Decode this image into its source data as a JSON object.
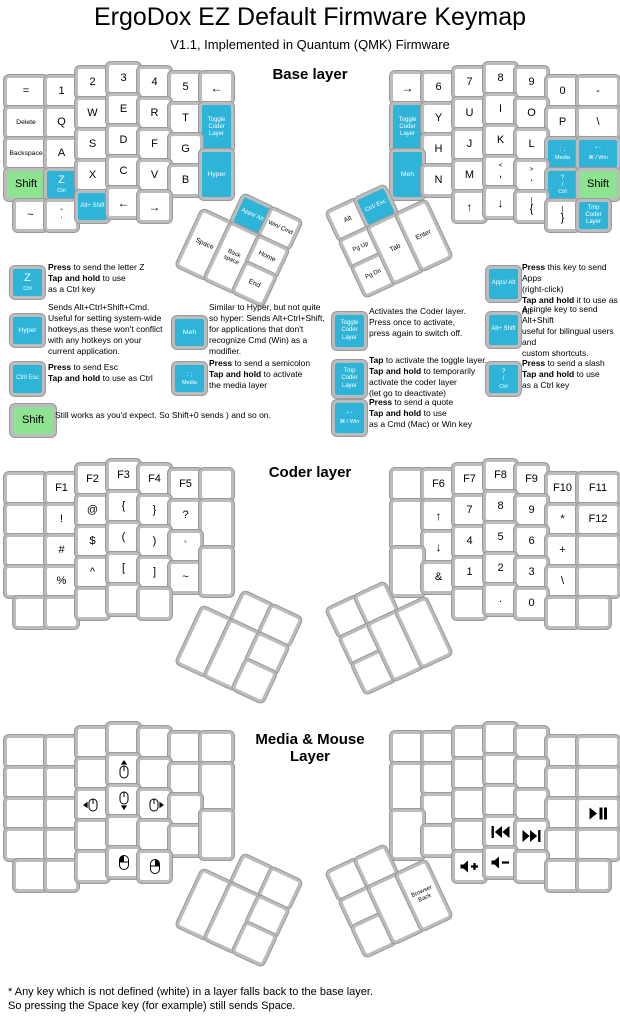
{
  "title": "ErgoDox EZ Default Firmware Keymap",
  "subtitle": "V1.1, Implemented in Quantum (QMK) Firmware",
  "footnote": [
    "* Any key which is not defined (white) in a layer falls back to the base layer.",
    "So pressing the Space key (for example) still sends Space."
  ],
  "colors": {
    "key_blue": "#2eb3d9",
    "key_green": "#90e293",
    "key_ring": "#bcbcbc"
  },
  "layers": {
    "base": {
      "heading": "Base layer",
      "left": {
        "r1": [
          {
            "l": "="
          },
          {
            "l": "1"
          },
          {
            "l": "2"
          },
          {
            "l": "3"
          },
          {
            "l": "4"
          },
          {
            "l": "5"
          },
          {
            "icon": "arrow-left"
          }
        ],
        "r2": [
          {
            "l": "Delete",
            "sm": 1
          },
          {
            "l": "Q"
          },
          {
            "l": "W"
          },
          {
            "l": "E"
          },
          {
            "l": "R"
          },
          {
            "l": "T"
          },
          {
            "small": "Toggle Coder Layer",
            "color": "blue"
          }
        ],
        "r3": [
          {
            "l": "Backspace",
            "sm": 1
          },
          {
            "l": "A"
          },
          {
            "l": "S"
          },
          {
            "l": "D"
          },
          {
            "l": "F"
          },
          {
            "l": "G"
          }
        ],
        "r4": [
          {
            "l": "Shift",
            "color": "green"
          },
          {
            "l": "Z",
            "sub": "Ctrl",
            "color": "blue"
          },
          {
            "l": "X"
          },
          {
            "l": "C"
          },
          {
            "l": "V"
          },
          {
            "l": "B"
          },
          {
            "l": "Hyper",
            "color": "blue",
            "sm": 1
          }
        ],
        "r5": [
          {
            "l": "~"
          },
          {
            "sup": "“",
            "l": "‘",
            "sm": 1
          },
          {
            "small": "Alt+ Shift",
            "color": "blue"
          },
          {
            "icon": "arrow-left"
          },
          {
            "icon": "arrow-right"
          }
        ],
        "thumb": [
          {
            "small": "Apps/ Alt",
            "color": "blue"
          },
          {
            "small": "Win/ Cmd"
          },
          {
            "l": "Space",
            "sm": 1
          },
          {
            "small": "Back space"
          },
          {
            "l": "Home",
            "sm": 1
          },
          {
            "l": "End",
            "sm": 1
          }
        ]
      },
      "right": {
        "r1": [
          {
            "icon": "arrow-right"
          },
          {
            "l": "6"
          },
          {
            "l": "7"
          },
          {
            "l": "8"
          },
          {
            "l": "9"
          },
          {
            "l": "0"
          },
          {
            "l": "-"
          }
        ],
        "r2": [
          {
            "small": "Toggle Coder Layer",
            "color": "blue"
          },
          {
            "l": "Y"
          },
          {
            "l": "U"
          },
          {
            "l": "I"
          },
          {
            "l": "O"
          },
          {
            "l": "P"
          },
          {
            "l": "\\"
          }
        ],
        "r3": [
          {
            "l": "H"
          },
          {
            "l": "J"
          },
          {
            "l": "K"
          },
          {
            "l": "L"
          },
          {
            "sup": ": ;",
            "sub": "Media",
            "color": "blue"
          },
          {
            "sup": "“ ‘",
            "sub": "⌘ / Win",
            "color": "blue"
          }
        ],
        "r4": [
          {
            "l": "Meh",
            "color": "blue",
            "sm": 1
          },
          {
            "l": "N"
          },
          {
            "l": "M"
          },
          {
            "sup": "<",
            "l": ","
          },
          {
            "sup": ">",
            "l": "."
          },
          {
            "sup": "?",
            "l": "/",
            "sub": "Ctrl",
            "color": "blue",
            "sm": 1
          },
          {
            "l": "Shift",
            "color": "green"
          }
        ],
        "r5": [
          {
            "icon": "arrow-up"
          },
          {
            "icon": "arrow-down"
          },
          {
            "sup": "[",
            "l": "{"
          },
          {
            "sup": "]",
            "l": "}"
          },
          {
            "small": "Tmp Coder Layer",
            "color": "blue"
          }
        ],
        "thumb": [
          {
            "l": "Alt",
            "sm": 1
          },
          {
            "small": "Ctrl/ Esc",
            "color": "blue"
          },
          {
            "small": "Pg Up"
          },
          {
            "small": "Pg Dn"
          },
          {
            "l": "Tab",
            "sm": 1
          },
          {
            "l": "Enter",
            "sm": 1
          }
        ]
      }
    },
    "coder": {
      "heading": "Coder layer",
      "left": {
        "r1": [
          null,
          {
            "l": "F1"
          },
          {
            "l": "F2"
          },
          {
            "l": "F3"
          },
          {
            "l": "F4"
          },
          {
            "l": "F5"
          },
          null
        ],
        "r2": [
          null,
          {
            "l": "!"
          },
          {
            "l": "@"
          },
          {
            "l": "{"
          },
          {
            "l": "}"
          },
          {
            "l": "?"
          },
          null
        ],
        "r3": [
          null,
          {
            "l": "#"
          },
          {
            "l": "$"
          },
          {
            "l": "("
          },
          {
            "l": ")"
          },
          {
            "l": "`"
          }
        ],
        "r4": [
          null,
          {
            "l": "%"
          },
          {
            "l": "^"
          },
          {
            "l": "["
          },
          {
            "l": "]"
          },
          {
            "l": "~"
          },
          null
        ],
        "r5": [
          null,
          null,
          null,
          null,
          null
        ],
        "thumb": [
          null,
          null,
          null,
          null,
          null,
          null
        ]
      },
      "right": {
        "r1": [
          null,
          {
            "l": "F6"
          },
          {
            "l": "F7"
          },
          {
            "l": "F8"
          },
          {
            "l": "F9"
          },
          {
            "l": "F10"
          },
          {
            "l": "F11"
          }
        ],
        "r2": [
          null,
          {
            "icon": "arrow-up"
          },
          {
            "l": "7"
          },
          {
            "l": "8"
          },
          {
            "l": "9"
          },
          {
            "l": "*"
          },
          {
            "l": "F12"
          }
        ],
        "r3": [
          {
            "icon": "arrow-down"
          },
          {
            "l": "4"
          },
          {
            "l": "5"
          },
          {
            "l": "6"
          },
          {
            "l": "+"
          },
          null
        ],
        "r4": [
          null,
          {
            "l": "&"
          },
          {
            "l": "1"
          },
          {
            "l": "2"
          },
          {
            "l": "3"
          },
          {
            "l": "\\"
          },
          null
        ],
        "r5": [
          null,
          {
            "l": "."
          },
          {
            "l": "0"
          },
          null,
          null
        ],
        "thumb": [
          null,
          null,
          null,
          null,
          null,
          null
        ]
      }
    },
    "media": {
      "heading": "Media & Mouse Layer",
      "left": {
        "r1": [
          null,
          null,
          null,
          null,
          null,
          null,
          null
        ],
        "r2": [
          null,
          null,
          null,
          {
            "icon": "mouse-up"
          },
          null,
          null,
          null
        ],
        "r3": [
          null,
          null,
          {
            "icon": "mouse-left"
          },
          {
            "icon": "mouse-down"
          },
          {
            "icon": "mouse-right"
          },
          null
        ],
        "r4": [
          null,
          null,
          null,
          null,
          null,
          null,
          null
        ],
        "r5": [
          null,
          null,
          null,
          {
            "icon": "mouse-lclick"
          },
          {
            "icon": "mouse-rclick"
          }
        ],
        "thumb": [
          null,
          null,
          null,
          null,
          null,
          null
        ]
      },
      "right": {
        "r1": [
          null,
          null,
          null,
          null,
          null,
          null,
          null
        ],
        "r2": [
          null,
          null,
          null,
          null,
          null,
          null,
          null
        ],
        "r3": [
          null,
          null,
          null,
          null,
          null,
          {
            "icon": "play-pause"
          }
        ],
        "r4": [
          null,
          null,
          null,
          {
            "icon": "prev-track"
          },
          {
            "icon": "next-track"
          },
          null,
          null
        ],
        "r5": [
          {
            "icon": "vol-up"
          },
          {
            "icon": "vol-down"
          },
          null,
          null,
          null
        ],
        "thumb": [
          null,
          null,
          null,
          null,
          null,
          {
            "small": "Browser Back"
          }
        ]
      }
    }
  },
  "legend": [
    {
      "key": {
        "l": "Z",
        "sub": "Ctrl",
        "color": "blue"
      },
      "lines": [
        "**Press** to send the letter Z",
        "**Tap and hold** to use",
        "as a Ctrl key"
      ]
    },
    {
      "key": {
        "small": "Apps/ Alt",
        "color": "blue"
      },
      "lines": [
        "**Press** this key to send Apps",
        "(right-click)",
        "**Tap and hold** it to use as Alt"
      ]
    },
    {
      "key": {
        "l": "Hyper",
        "color": "blue",
        "sm": 1
      },
      "lines": [
        "Sends Alt+Ctrl+Shift+Cmd.",
        "Useful for setting system-wide",
        "hotkeys,as these won't conflict",
        "with any hotkeys on your",
        "current application."
      ]
    },
    {
      "key": {
        "l": "Meh",
        "color": "blue",
        "sm": 1
      },
      "lines": [
        "Similar to Hyper, but not quite",
        "so hyper: Sends Alt+Ctrl+Shift,",
        "for applications that don't",
        "recognize Cmd (Win) as a",
        "modifier."
      ]
    },
    {
      "key": {
        "small": "Toggle Coder Layer",
        "color": "blue"
      },
      "lines": [
        "Activates the Coder layer.",
        "Press once to activate,",
        "press again to switch off."
      ]
    },
    {
      "key": {
        "small": "Alt+ Shift",
        "color": "blue"
      },
      "lines": [
        "A single key to send Alt+Shift",
        "useful for bilingual users and",
        "custom shortcuts."
      ]
    },
    {
      "key": {
        "small": "Ctrl/ Esc",
        "color": "blue"
      },
      "lines": [
        "**Press** to send Esc",
        "**Tap and hold** to use as Ctrl"
      ]
    },
    {
      "key": {
        "sup": ": ;",
        "sub": "Media",
        "color": "blue"
      },
      "lines": [
        "**Press** to send a semicolon",
        "**Tap and hold** to activate",
        "the media layer"
      ]
    },
    {
      "key": {
        "small": "Tmp Coder Layer",
        "color": "blue"
      },
      "lines": [
        "**Tap** to activate the toggle layer.",
        "**Tap and hold** to temporarily",
        "activate the coder layer",
        "(let go to deactivate)"
      ]
    },
    {
      "key": {
        "sup": "?",
        "l": "/",
        "sub": "Ctrl",
        "color": "blue",
        "sm": 1
      },
      "lines": [
        "**Press** to send a slash",
        "**Tap and hold** to use",
        "as a Ctrl key"
      ]
    },
    {
      "key": {
        "l": "Shift",
        "color": "green",
        "wide": 1
      },
      "lines": [
        "Still works as you'd expect. So Shift+0 sends ) and so on."
      ]
    },
    {
      "key": {
        "sup": "“ ‘",
        "sub": "⌘ / Win",
        "color": "blue"
      },
      "lines": [
        "**Press** to send a quote",
        "**Tap and hold** to use",
        "as a Cmd (Mac) or Win key"
      ]
    }
  ]
}
